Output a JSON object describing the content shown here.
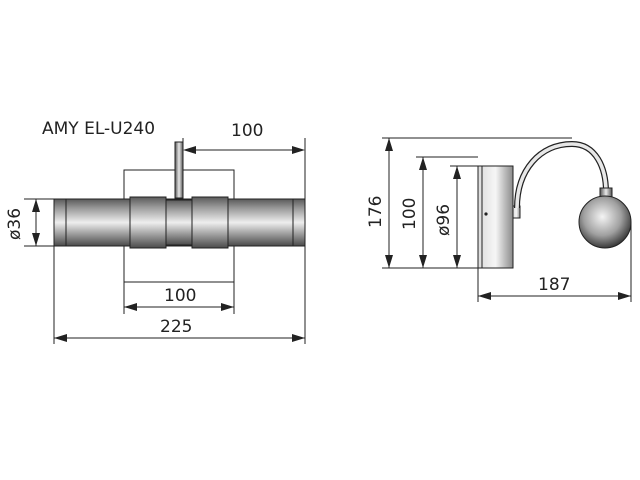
{
  "title": "AMY EL-U240",
  "front_view": {
    "dim_stem_offset": "100",
    "dim_diameter": "ø36",
    "dim_base_width": "100",
    "dim_total_width": "225"
  },
  "side_view": {
    "dim_total_height": "176",
    "dim_base_height": "100",
    "dim_base_diameter": "ø96",
    "dim_projection": "187"
  },
  "colors": {
    "line": "#222222",
    "tube_dark": "#555555",
    "tube_mid": "#9a9a9a",
    "tube_light": "#e6e6e6"
  }
}
